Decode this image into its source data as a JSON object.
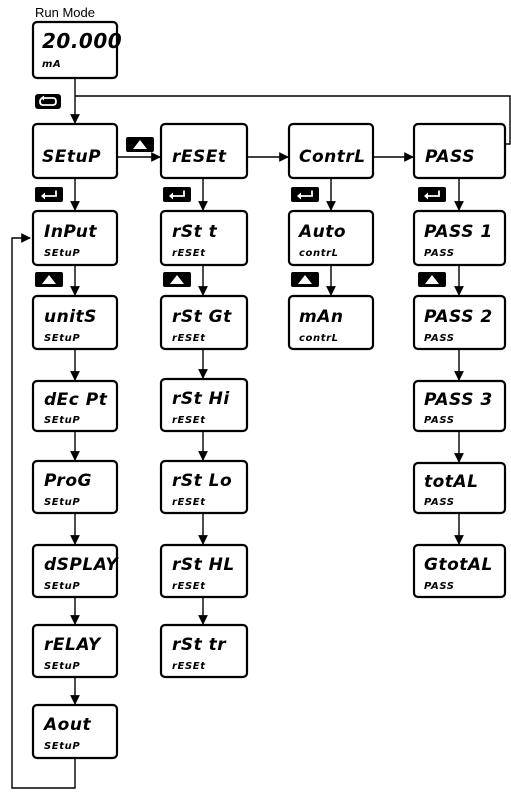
{
  "header": {
    "run_mode_label": "Run Mode"
  },
  "run_display": {
    "line1": "20.000",
    "line2": "mA"
  },
  "menus": {
    "setup": {
      "label": "SEtuP",
      "items": [
        {
          "line1": "InPut",
          "line2": "SEtuP"
        },
        {
          "line1": "unitS",
          "line2": "SEtuP"
        },
        {
          "line1": "dEc Pt",
          "line2": "SEtuP"
        },
        {
          "line1": "ProG",
          "line2": "SEtuP"
        },
        {
          "line1": "dSPLAY",
          "line2": "SEtuP"
        },
        {
          "line1": "rELAY",
          "line2": "SEtuP"
        },
        {
          "line1": "Aout",
          "line2": "SEtuP"
        }
      ]
    },
    "reset": {
      "label": "rESEt",
      "items": [
        {
          "line1": "rSt t",
          "line2": "rESEt"
        },
        {
          "line1": "rSt Gt",
          "line2": "rESEt"
        },
        {
          "line1": "rSt Hi",
          "line2": "rESEt"
        },
        {
          "line1": "rSt Lo",
          "line2": "rESEt"
        },
        {
          "line1": "rSt HL",
          "line2": "rESEt"
        },
        {
          "line1": "rSt tr",
          "line2": "rESEt"
        }
      ]
    },
    "control": {
      "label": "ContrL",
      "items": [
        {
          "line1": "Auto",
          "line2": "contrL"
        },
        {
          "line1": "mAn",
          "line2": "contrL"
        }
      ]
    },
    "password": {
      "label": "PASS",
      "items": [
        {
          "line1": "PASS 1",
          "line2": "PASS"
        },
        {
          "line1": "PASS 2",
          "line2": "PASS"
        },
        {
          "line1": "PASS 3",
          "line2": "PASS"
        },
        {
          "line1": "totAL",
          "line2": "PASS"
        },
        {
          "line1": "GtotAL",
          "line2": "PASS"
        }
      ]
    }
  },
  "buttons": {
    "menu": "menu-button-icon",
    "enter": "enter-button-icon",
    "up": "up-arrow-button-icon"
  }
}
